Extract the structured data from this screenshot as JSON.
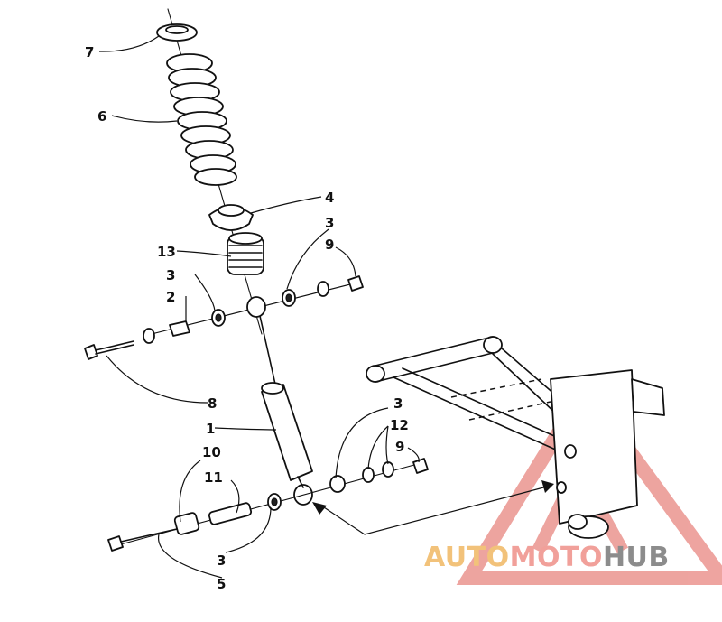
{
  "callouts": {
    "c1": "1",
    "c2": "2",
    "c3a": "3",
    "c3b": "3",
    "c3c": "3",
    "c3d": "3",
    "c4": "4",
    "c5": "5",
    "c6": "6",
    "c7": "7",
    "c8": "8",
    "c9a": "9",
    "c9b": "9",
    "c10": "10",
    "c11": "11",
    "c12": "12",
    "c13": "13"
  },
  "watermark": {
    "part_a": "AUTO",
    "part_b": "MOTO",
    "part_c": "HUB"
  },
  "colors": {
    "line": "#111111",
    "watermark_red": "#e05a52",
    "watermark_orange": "#f2c27a",
    "watermark_gray": "#8c8c8c"
  }
}
